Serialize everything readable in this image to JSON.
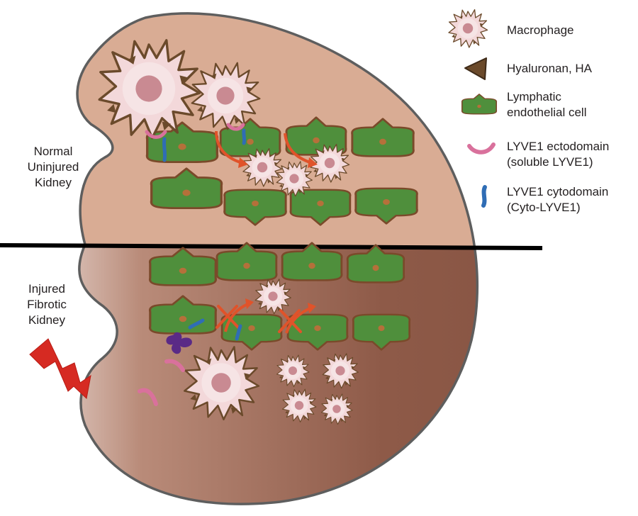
{
  "regions": {
    "normal": {
      "lines": [
        "Normal",
        "Uninjured",
        "Kidney"
      ]
    },
    "injured": {
      "lines": [
        "Injured",
        "Fibrotic",
        "Kidney"
      ]
    }
  },
  "legend": [
    {
      "icon": "macrophage-icon",
      "lines": [
        "Macrophage"
      ]
    },
    {
      "icon": "hyaluronan-icon",
      "lines": [
        "Hyaluronan, HA"
      ]
    },
    {
      "icon": "lymphatic-endothelial-cell-icon",
      "lines": [
        "Lymphatic",
        "endothelial cell"
      ]
    },
    {
      "icon": "lyve1-ectodomain-icon",
      "lines": [
        "LYVE1 ectodomain",
        "(soluble LYVE1)"
      ]
    },
    {
      "icon": "lyve1-cytodomain-icon",
      "lines": [
        "LYVE1 cytodomain",
        "(Cyto-LYVE1)"
      ]
    }
  ],
  "colors": {
    "kidney_normal": "#d9ac94",
    "kidney_injured": "#8e5a48",
    "outline": "#5e5e5e",
    "cell_fill": "#4f8f3c",
    "cell_border": "#7a4a2a",
    "nucleus": "#b5703a",
    "macrophage_body": "#f3d8da",
    "macrophage_nucleus": "#c98a92",
    "ha": "#6b4a2b",
    "ectodomain": "#d9719c",
    "cytodomain": "#2f6db5",
    "arrow": "#e0532a",
    "bolt": "#d62a22",
    "receptor": "#5a2a86"
  }
}
